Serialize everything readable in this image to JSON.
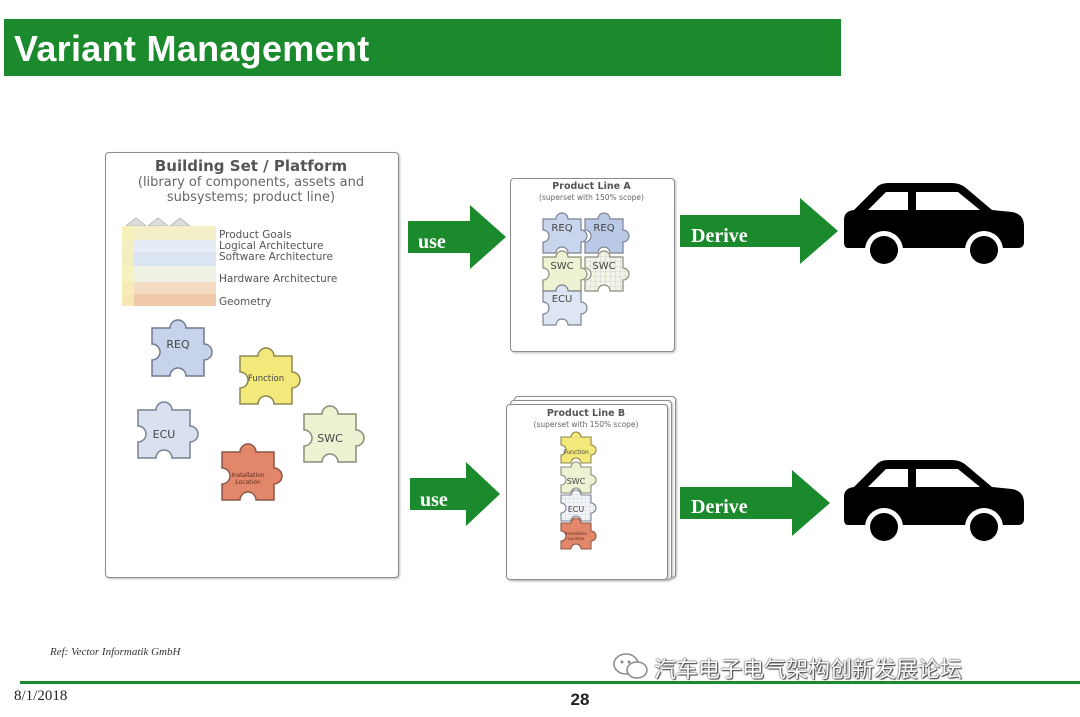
{
  "title": "Variant Management",
  "colors": {
    "brand_green": "#1a8a2c"
  },
  "building_set": {
    "title": "Building Set / Platform",
    "subtitle_line1": "(library of components, assets and",
    "subtitle_line2": "subsystems; product line)",
    "layers": [
      "Product Goals",
      "Logical Architecture",
      "Software Architecture",
      "Hardware Architecture",
      "Geometry"
    ],
    "pieces": {
      "req": "REQ",
      "function": "Function",
      "ecu": "ECU",
      "swc": "SWC",
      "install_line1": "Installation",
      "install_line2": "Location"
    }
  },
  "product_line_a": {
    "title": "Product Line A",
    "subtitle": "(superset with 150% scope)",
    "pieces": {
      "req1": "REQ",
      "req2": "REQ",
      "swc1": "SWC",
      "swc2": "SWC",
      "ecu": "ECU"
    }
  },
  "product_line_b": {
    "title": "Product Line B",
    "subtitle": "(superset with 150% scope)",
    "pieces": {
      "function": "Function",
      "swc": "SWC",
      "ecu": "ECU",
      "install_line1": "Installation",
      "install_line2": "Location"
    }
  },
  "arrows": {
    "use_top": "use",
    "use_bottom": "use",
    "derive_top": "Derive",
    "derive_bottom": "Derive"
  },
  "footer": {
    "ref": "Ref: Vector Informatik GmbH",
    "date": "8/1/2018",
    "page": "28",
    "watermark": "汽车电子电气架构创新发展论坛"
  }
}
